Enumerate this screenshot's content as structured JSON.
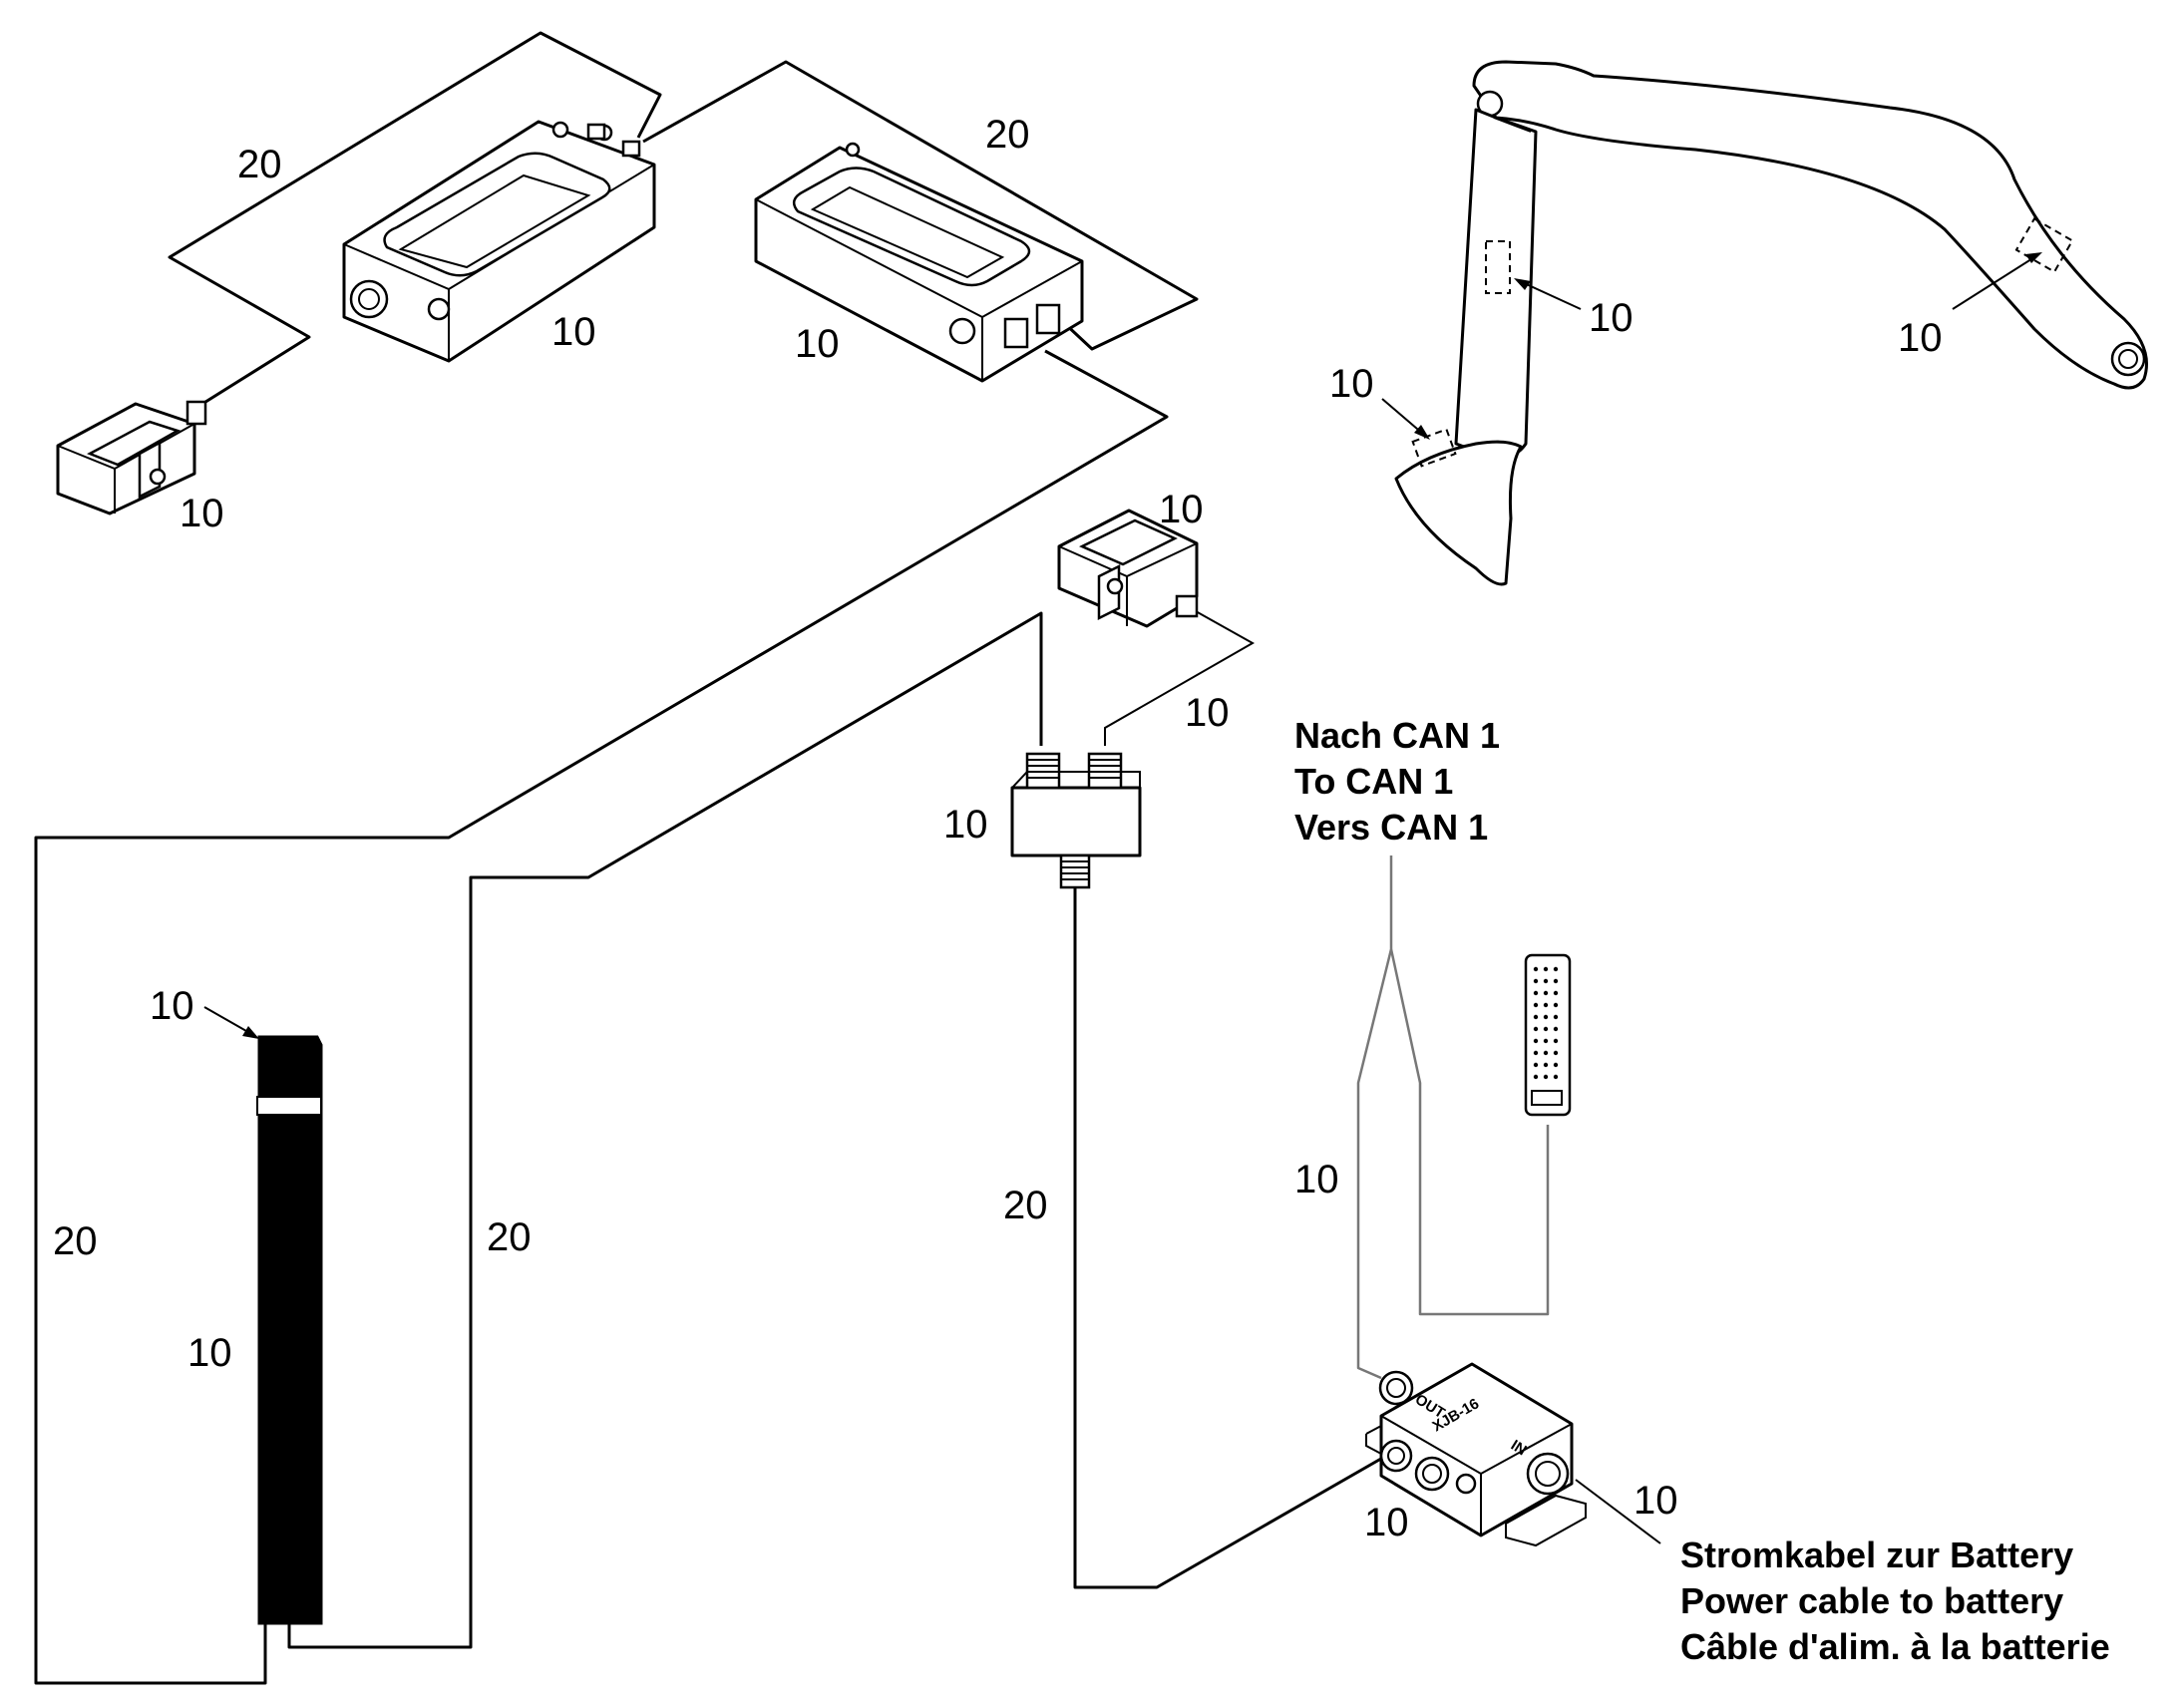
{
  "callouts": {
    "top_left_cable": "20",
    "top_right_cable": "20",
    "sensor_mid_left": "10",
    "sensor_mid_right": "10",
    "small_sensor_left": "10",
    "small_sensor_right": "10",
    "boom_sensor_stick": "10",
    "boom_sensor_boom": "10",
    "boom_sensor_bucket": "10",
    "right_cable_link": "10",
    "splitter": "10",
    "display_top": "10",
    "display_body": "10",
    "left_cable": "20",
    "mid_cable": "20",
    "splitter_cable": "20",
    "can_cable": "10",
    "junction_left": "10",
    "junction_right": "10"
  },
  "notes": {
    "can_line1": "Nach CAN 1",
    "can_line2": "To CAN 1",
    "can_line3": "Vers CAN 1",
    "power_line1": "Stromkabel zur Battery",
    "power_line2": "Power cable to battery",
    "power_line3": "Câble d'alim. à la batterie"
  },
  "junction_box": {
    "out": "OUT",
    "model": "XJB-16",
    "in": "IN"
  }
}
